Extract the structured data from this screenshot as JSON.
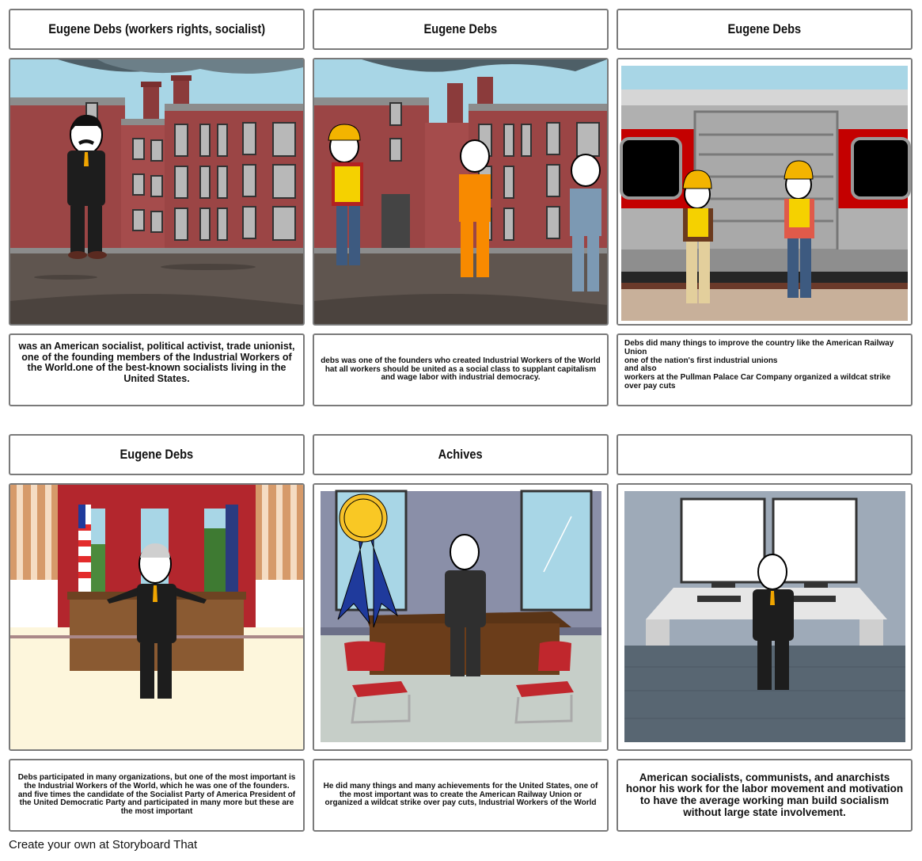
{
  "storyboard": {
    "panels": [
      {
        "title": "Eugene Debs (workers rights, socialist)",
        "scene": "factory-brick-buildings-smokestacks-one-man-in-suit",
        "description": "was an American socialist, political activist, trade unionist, one of the founding members of the Industrial Workers of the World.one of the best-known socialists living in the United States."
      },
      {
        "title": "Eugene Debs",
        "scene": "factory-brick-buildings-three-workers",
        "description": "debs was one of the founders who created Industrial Workers of the World hat all workers should be united as a social class to supplant capitalism and wage labor with industrial democracy."
      },
      {
        "title": "Eugene Debs",
        "scene": "train-car-two-railway-workers-hardhats",
        "description": "Debs did many things to improve the country like the American Railway Union\none of the nation's first industrial unions\nand also\nworkers at the Pullman Palace Car Company organized a wildcat strike over pay cuts"
      },
      {
        "title": "Eugene Debs",
        "scene": "oval-office-man-arms-out",
        "description": "Debs participated in many organizations, but one of the most important is the Industrial Workers of the World, which he was one of the founders. and five times the candidate of the Socialist Party of America President of the United Democratic Party and participated in many more but these are the most important"
      },
      {
        "title": "Achives",
        "scene": "office-award-ribbon-red-chairs-man-in-suit",
        "description": "He did many things and many achievements for the United States, one of the most important was to create the American Railway Union or organized a wildcat strike over pay cuts, Industrial Workers of the World"
      },
      {
        "title": "",
        "scene": "computer-desk-two-monitors-man-in-suit",
        "description": "American socialists, communists, and anarchists honor his work for the labor movement and motivation to have the average working man build socialism without large state involvement."
      }
    ]
  },
  "footer": {
    "text": "Create your own at Storyboard That"
  },
  "colors": {
    "border": "#7a7a7a",
    "sky": "#a8d6e6",
    "brick": "#9b4545",
    "ground": "#5f554f",
    "train_red": "#c40000",
    "curtain_red": "#b3262d",
    "ribbon_blue": "#1f3a9c",
    "gold": "#f6c12a"
  }
}
